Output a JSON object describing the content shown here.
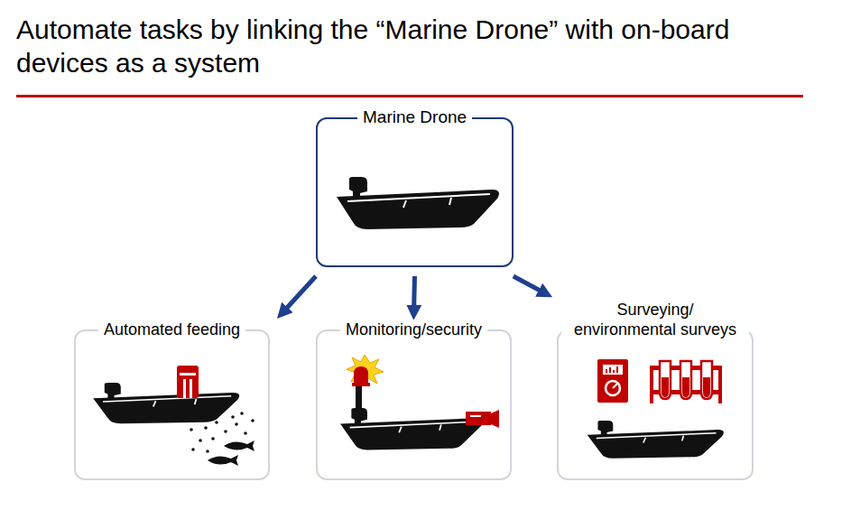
{
  "diagram": {
    "title": "Automate tasks by linking the “Marine Drone” with on-board devices as a system",
    "nodes": [
      {
        "text": [
          "Marine Drone"
        ]
      },
      {
        "text": [
          "Automated feeding"
        ]
      },
      {
        "text": [
          "Monitoring/security"
        ]
      },
      {
        "text": [
          "Surveying/ environmental surveys"
        ]
      }
    ],
    "edges": [
      {
        "from": 0,
        "to": 1,
        "arrow": "to"
      },
      {
        "from": 0,
        "to": 2,
        "arrow": "to"
      },
      {
        "from": 0,
        "to": 3,
        "arrow": "to"
      }
    ]
  }
}
